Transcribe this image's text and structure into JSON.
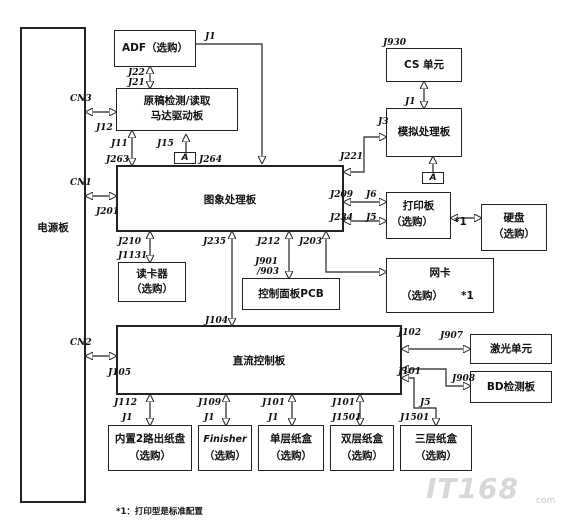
{
  "boxes": {
    "power": "电源板",
    "adf": "ADF（选购）",
    "motor_line1": "原稿检测/读取",
    "motor_line2": "马达驱动板",
    "image": "图象处理板",
    "reader_line1": "读卡器",
    "reader_line2": "（选购）",
    "panel": "控制面板PCB",
    "dc": "直流控制板",
    "cs": "CS 单元",
    "analog": "模拟处理板",
    "printer_line1": "打印板",
    "printer_line2": "（选购）",
    "printer_note": "*1",
    "hdd_line1": "硬盘",
    "hdd_line2": "（选购）",
    "nic_line1": "网卡",
    "nic_line2": "（选购）",
    "nic_note": "*1",
    "laser": "激光单元",
    "bd": "BD检测板",
    "tray2_line1": "内置2路出纸盘",
    "tray2_line2": "（选购）",
    "finisher_line1": "Finisher",
    "finisher_line2": "（选购）",
    "single_line1": "单层纸盒",
    "single_line2": "（选购）",
    "double_line1": "双层纸盒",
    "double_line2": "（选购）",
    "triple_line1": "三层纸盒",
    "triple_line2": "（选购）",
    "a_label": "A"
  },
  "connectors": {
    "cn3": "CN3",
    "cn1": "CN1",
    "cn2": "CN2",
    "j1_adf": "J1",
    "j22": "J22",
    "j21": "J21",
    "j12": "J12",
    "j11": "J11",
    "j15": "J15",
    "j263": "J263",
    "j264": "J264",
    "j201": "J201",
    "j210": "J210",
    "j1131": "J1131",
    "j235": "J235",
    "j212": "J212",
    "j901": "J901",
    "j903": "/903",
    "j203": "J203",
    "j104": "J104",
    "j930": "J930",
    "j1_cs": "J1",
    "j3": "J3",
    "j221": "J221",
    "j209": "J209",
    "j6": "J6",
    "j234": "J234",
    "j5_prn": "J5",
    "j102": "J102",
    "j907": "J907",
    "j101": "J101",
    "j908": "J908",
    "j105": "J105",
    "j112": "J112",
    "j1_tray": "J1",
    "j109": "J109",
    "j1_fin": "J1",
    "j101_s": "J101",
    "j1_s": "J1",
    "j101_d": "J101",
    "j1501_d": "J1501",
    "j5_t": "J5",
    "j1501_t": "J1501"
  },
  "footnote": "*1：打印型是标准配置",
  "watermark": "IT168",
  "watermark_sub": "com"
}
